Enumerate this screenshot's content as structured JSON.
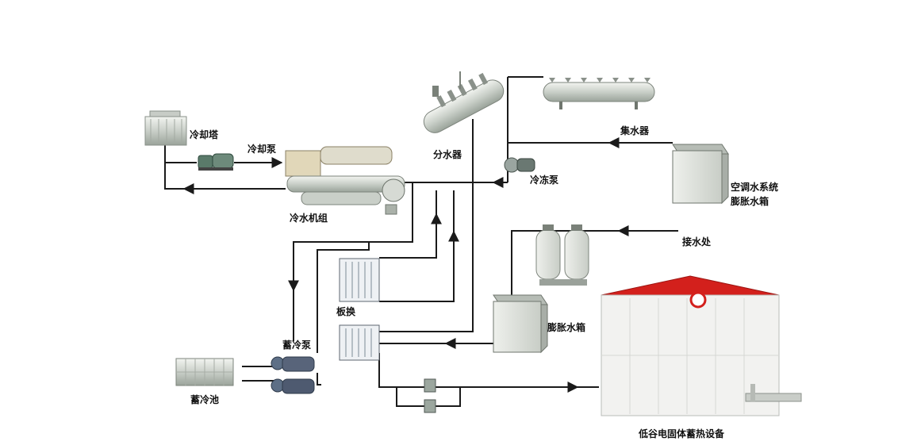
{
  "labels": {
    "cooling_tower": "冷却塔",
    "cooling_pump": "冷却泵",
    "chiller": "冷水机组",
    "water_distributor": "分水器",
    "water_collector": "集水器",
    "chilled_pump": "冷冻泵",
    "ac_expansion_tank_line1": "空调水系统",
    "ac_expansion_tank_line2": "膨胀水箱",
    "water_inlet": "接水处",
    "plate_exchanger": "板换",
    "expansion_tank": "膨胀水箱",
    "storage_pump": "蓄冷泵",
    "storage_pool": "蓄冷池",
    "heat_storage_device": "低谷电固体蓄热设备"
  },
  "colors": {
    "pipe": "#1a1a1a",
    "equipment": "#dfe3de",
    "heat_device_roof": "#d3201c"
  }
}
